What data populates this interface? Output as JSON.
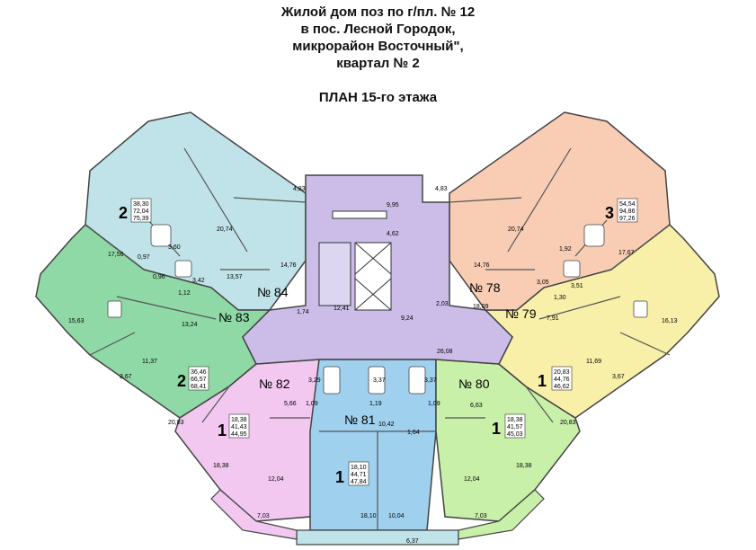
{
  "header": {
    "title_lines": [
      "Жилой дом поз по г/пл. № 12",
      "в пос. Лесной Городок,",
      "микрорайон Восточный\",",
      "квартал № 2"
    ],
    "plan_title": "ПЛАН  15-го этажа"
  },
  "colors": {
    "apt84": "#bfe3e8",
    "apt83": "#8fd9a6",
    "apt82": "#f2c8f0",
    "apt81": "#9fd0ee",
    "apt80": "#c8f0a8",
    "apt79": "#f8f0a8",
    "apt78": "#f8cdb4",
    "core": "#cbbde8",
    "walls": "#555555"
  },
  "apartments": {
    "a84": {
      "label": "№ 84",
      "rooms": "2",
      "areas": [
        "38,30",
        "72,04",
        "75,39"
      ]
    },
    "a83": {
      "label": "№ 83",
      "rooms": "2",
      "areas": [
        "36,46",
        "66,57",
        "68,41"
      ]
    },
    "a82": {
      "label": "№ 82",
      "rooms": "1",
      "areas": [
        "18,38",
        "41,43",
        "44,95"
      ]
    },
    "a81": {
      "label": "№ 81",
      "rooms": "1",
      "areas": [
        "18,10",
        "44,71",
        "47,84"
      ]
    },
    "a80": {
      "label": "№ 80",
      "rooms": "1",
      "areas": [
        "18,38",
        "41,57",
        "45,03"
      ]
    },
    "a79": {
      "label": "№ 79",
      "rooms": "1",
      "areas": [
        "20,83",
        "44,76",
        "46,62"
      ]
    },
    "a78": {
      "label": "№ 78",
      "rooms": "3",
      "areas": [
        "54,54",
        "94,86",
        "97,26"
      ]
    }
  },
  "room_labels": {
    "r01": "4,83",
    "r02": "9,95",
    "r03": "4,83",
    "r04": "20,74",
    "r05": "20,74",
    "r06": "4,62",
    "r07": "3,60",
    "r08": "0,97",
    "r09": "17,56",
    "r10": "14,76",
    "r11": "14,76",
    "r12": "1,92",
    "r13": "17,67",
    "r14": "13,57",
    "r15": "0,96",
    "r16": "3,42",
    "r17": "1,12",
    "r18": "3,05",
    "r19": "3,51",
    "r20": "1,30",
    "r21": "2,03",
    "r22": "1,74",
    "r23": "15,63",
    "r24": "12,41",
    "r25": "9,24",
    "r26": "18,09",
    "r27": "13,24",
    "r28": "7,91",
    "r29": "16,13",
    "r30": "26,08",
    "r31": "11,37",
    "r32": "11,69",
    "r33": "3,29",
    "r34": "3,37",
    "r35": "3,37",
    "r36": "3,67",
    "r37": "3,67",
    "r38": "5,66",
    "r39": "1,09",
    "r40": "1,19",
    "r41": "1,09",
    "r42": "6,63",
    "r43": "10,42",
    "r44": "1,64",
    "r45": "20,83",
    "r46": "20,83",
    "r47": "18,38",
    "r48": "18,38",
    "r49": "12,04",
    "r50": "12,04",
    "r51": "18,10",
    "r52": "10,04",
    "r53": "7,03",
    "r54": "7,03",
    "r55": "6,37"
  }
}
